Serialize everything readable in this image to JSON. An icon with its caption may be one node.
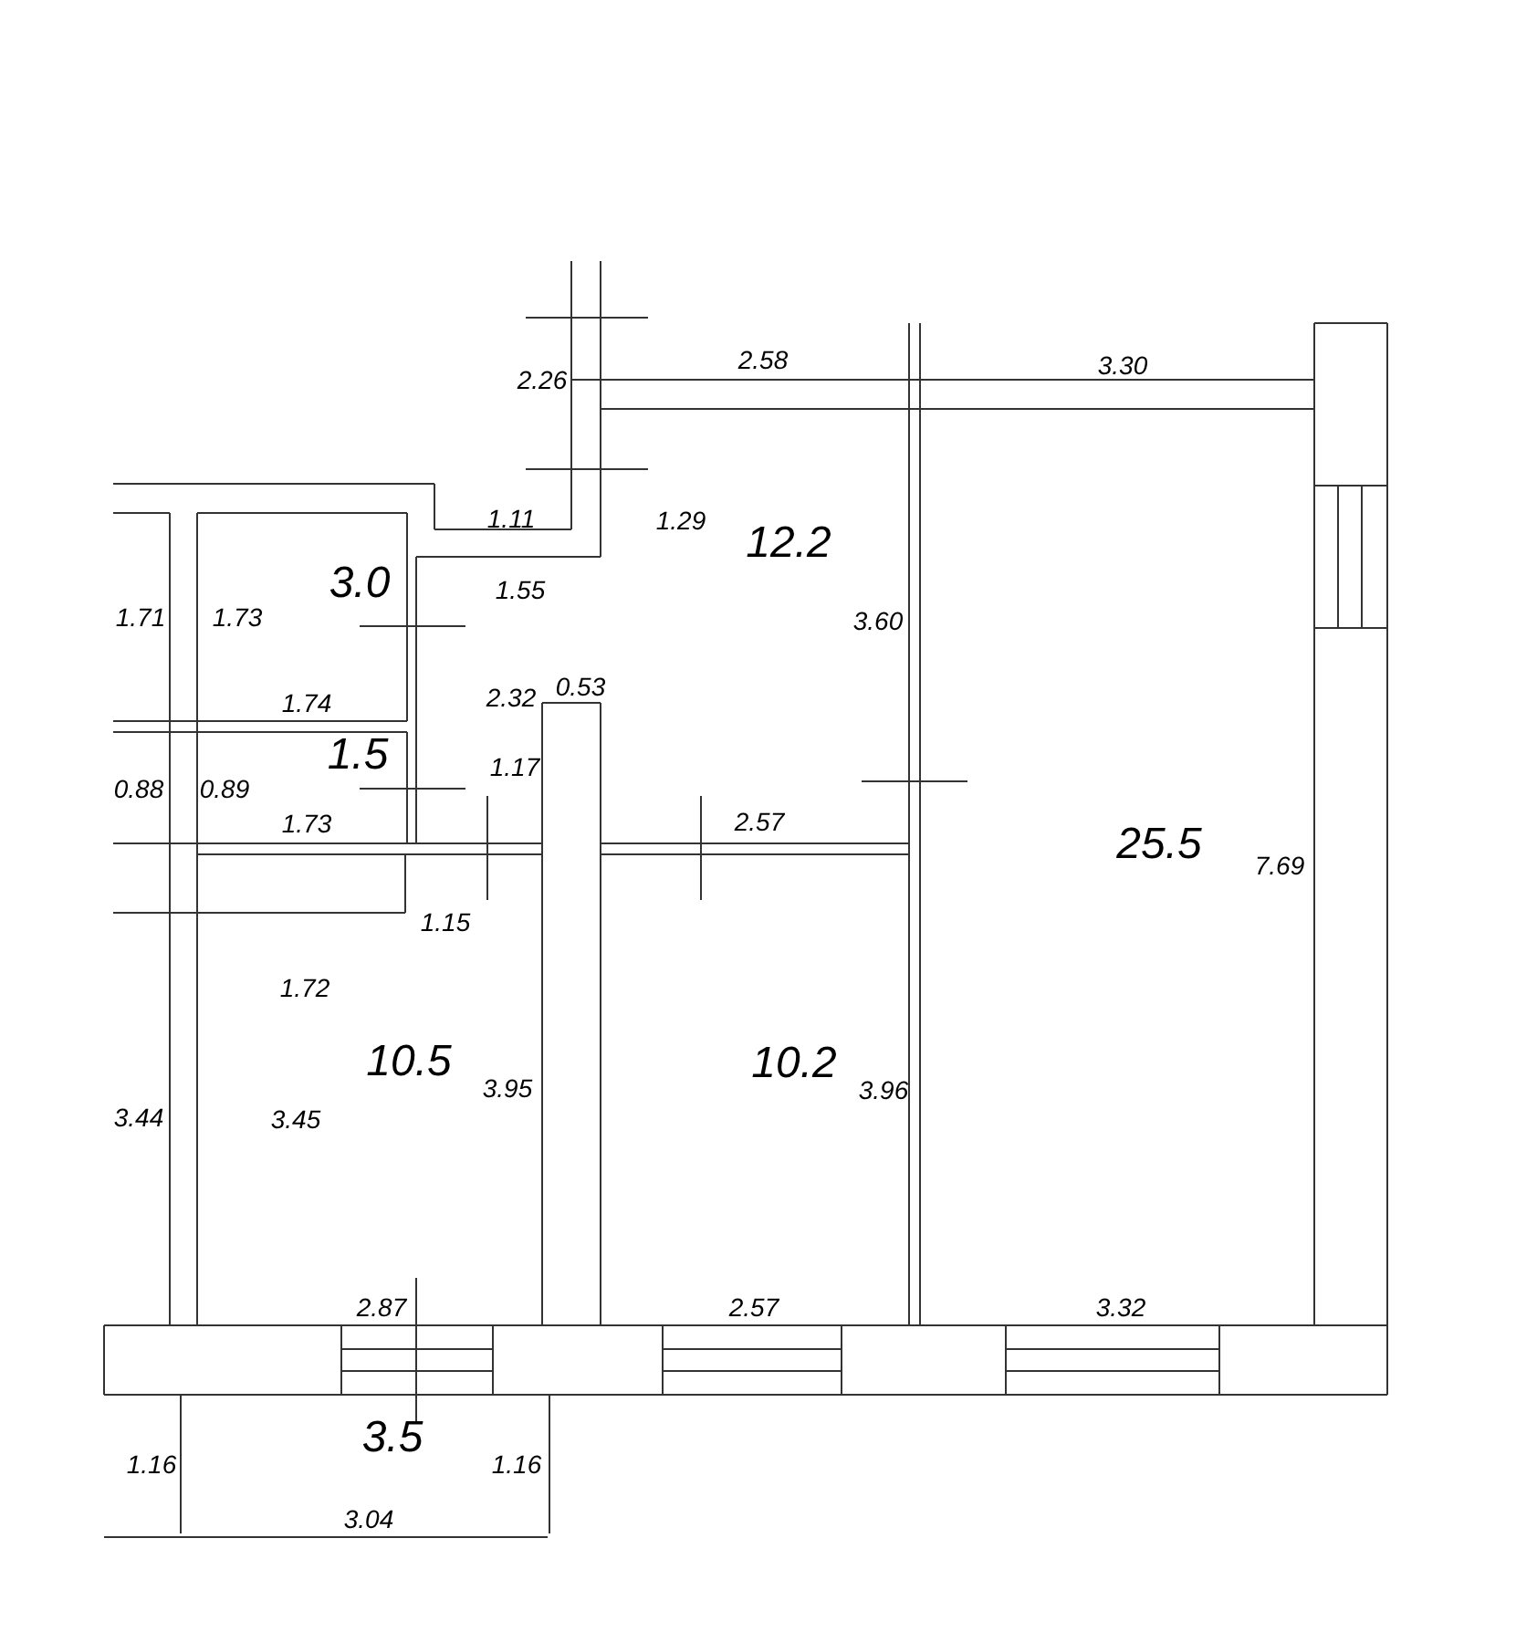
{
  "diagram": {
    "labels": [
      "2.58",
      "3.30",
      "2.26",
      "1.11",
      "1.29",
      "12.2",
      "3.0",
      "1.71",
      "1.73",
      "1.55",
      "3.60",
      "1.74",
      "2.32",
      "0.53",
      "1.5",
      "1.17",
      "0.88",
      "0.89",
      "1.73",
      "2.57",
      "25.5",
      "7.69",
      "1.15",
      "1.72",
      "10.5",
      "10.2",
      "3.95",
      "3.96",
      "3.44",
      "3.45",
      "2.87",
      "2.57",
      "3.32",
      "3.5",
      "1.16",
      "1.16",
      "3.04"
    ]
  }
}
